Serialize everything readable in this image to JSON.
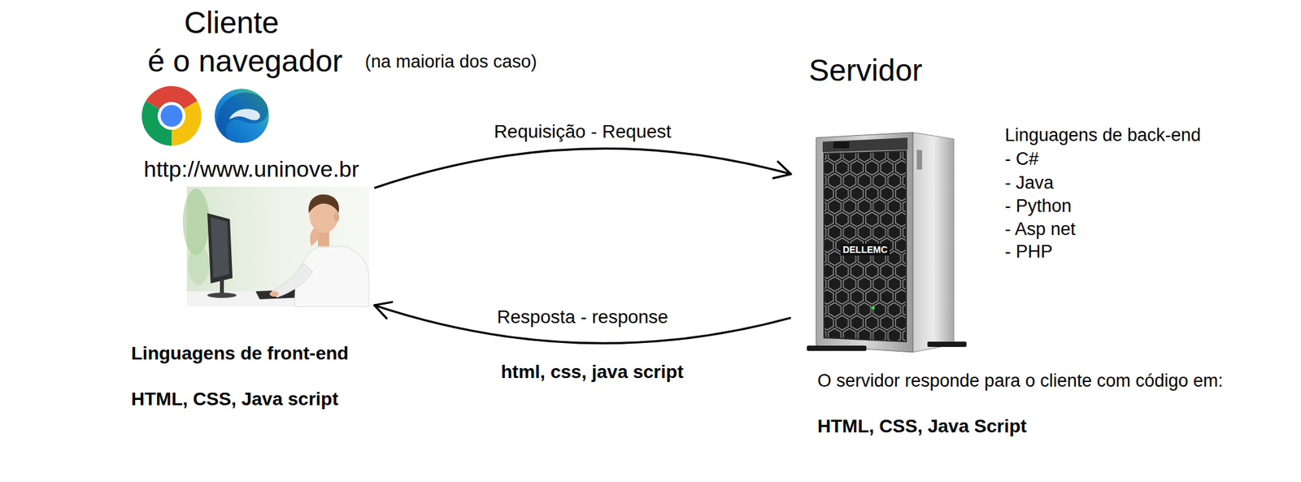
{
  "diagram": {
    "nodes": [
      {
        "text": [
          "http://www.uninove.br"
        ]
      },
      {
        "text": [
          "Servidor"
        ]
      }
    ],
    "edges": [
      {
        "from": 0,
        "to": 1,
        "label": "Requisição - Request",
        "arrow": "to"
      },
      {
        "from": 1,
        "to": 0,
        "label": "Resposta - response",
        "arrow": "to"
      }
    ],
    "labels": [
      "Cliente",
      "é o navegador",
      "(na maioria dos caso)",
      "Linguagens de front-end",
      "HTML, CSS, Java script",
      "html, css, java script",
      "Linguagens de back-end",
      "- C#",
      "- Java",
      "- Python",
      "- Asp net",
      "- PHP",
      "O servidor responde para o cliente com código em:",
      "HTML, CSS, Java Script",
      "DELLEMC"
    ]
  }
}
